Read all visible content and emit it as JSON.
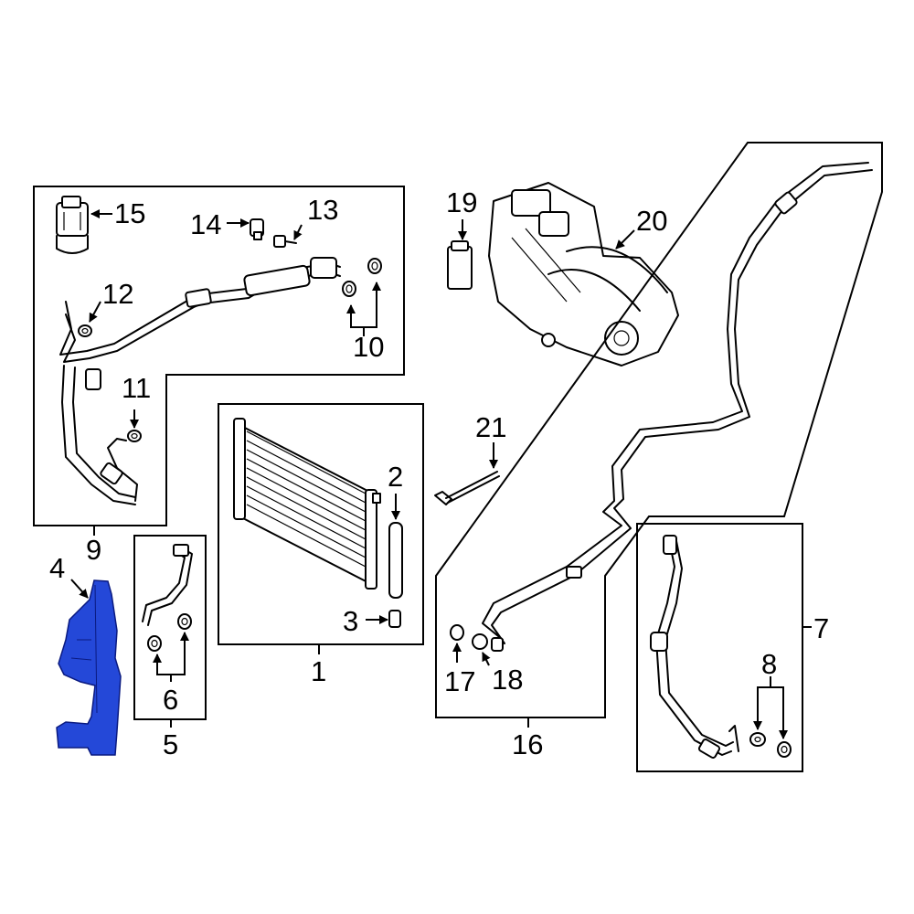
{
  "highlight_color": "#2448d8",
  "callouts": {
    "c1": "1",
    "c2": "2",
    "c3": "3",
    "c4": "4",
    "c5": "5",
    "c6": "6",
    "c7": "7",
    "c8": "8",
    "c9": "9",
    "c10": "10",
    "c11": "11",
    "c12": "12",
    "c13": "13",
    "c14": "14",
    "c15": "15",
    "c16": "16",
    "c17": "17",
    "c18": "18",
    "c19": "19",
    "c20": "20",
    "c21": "21"
  }
}
